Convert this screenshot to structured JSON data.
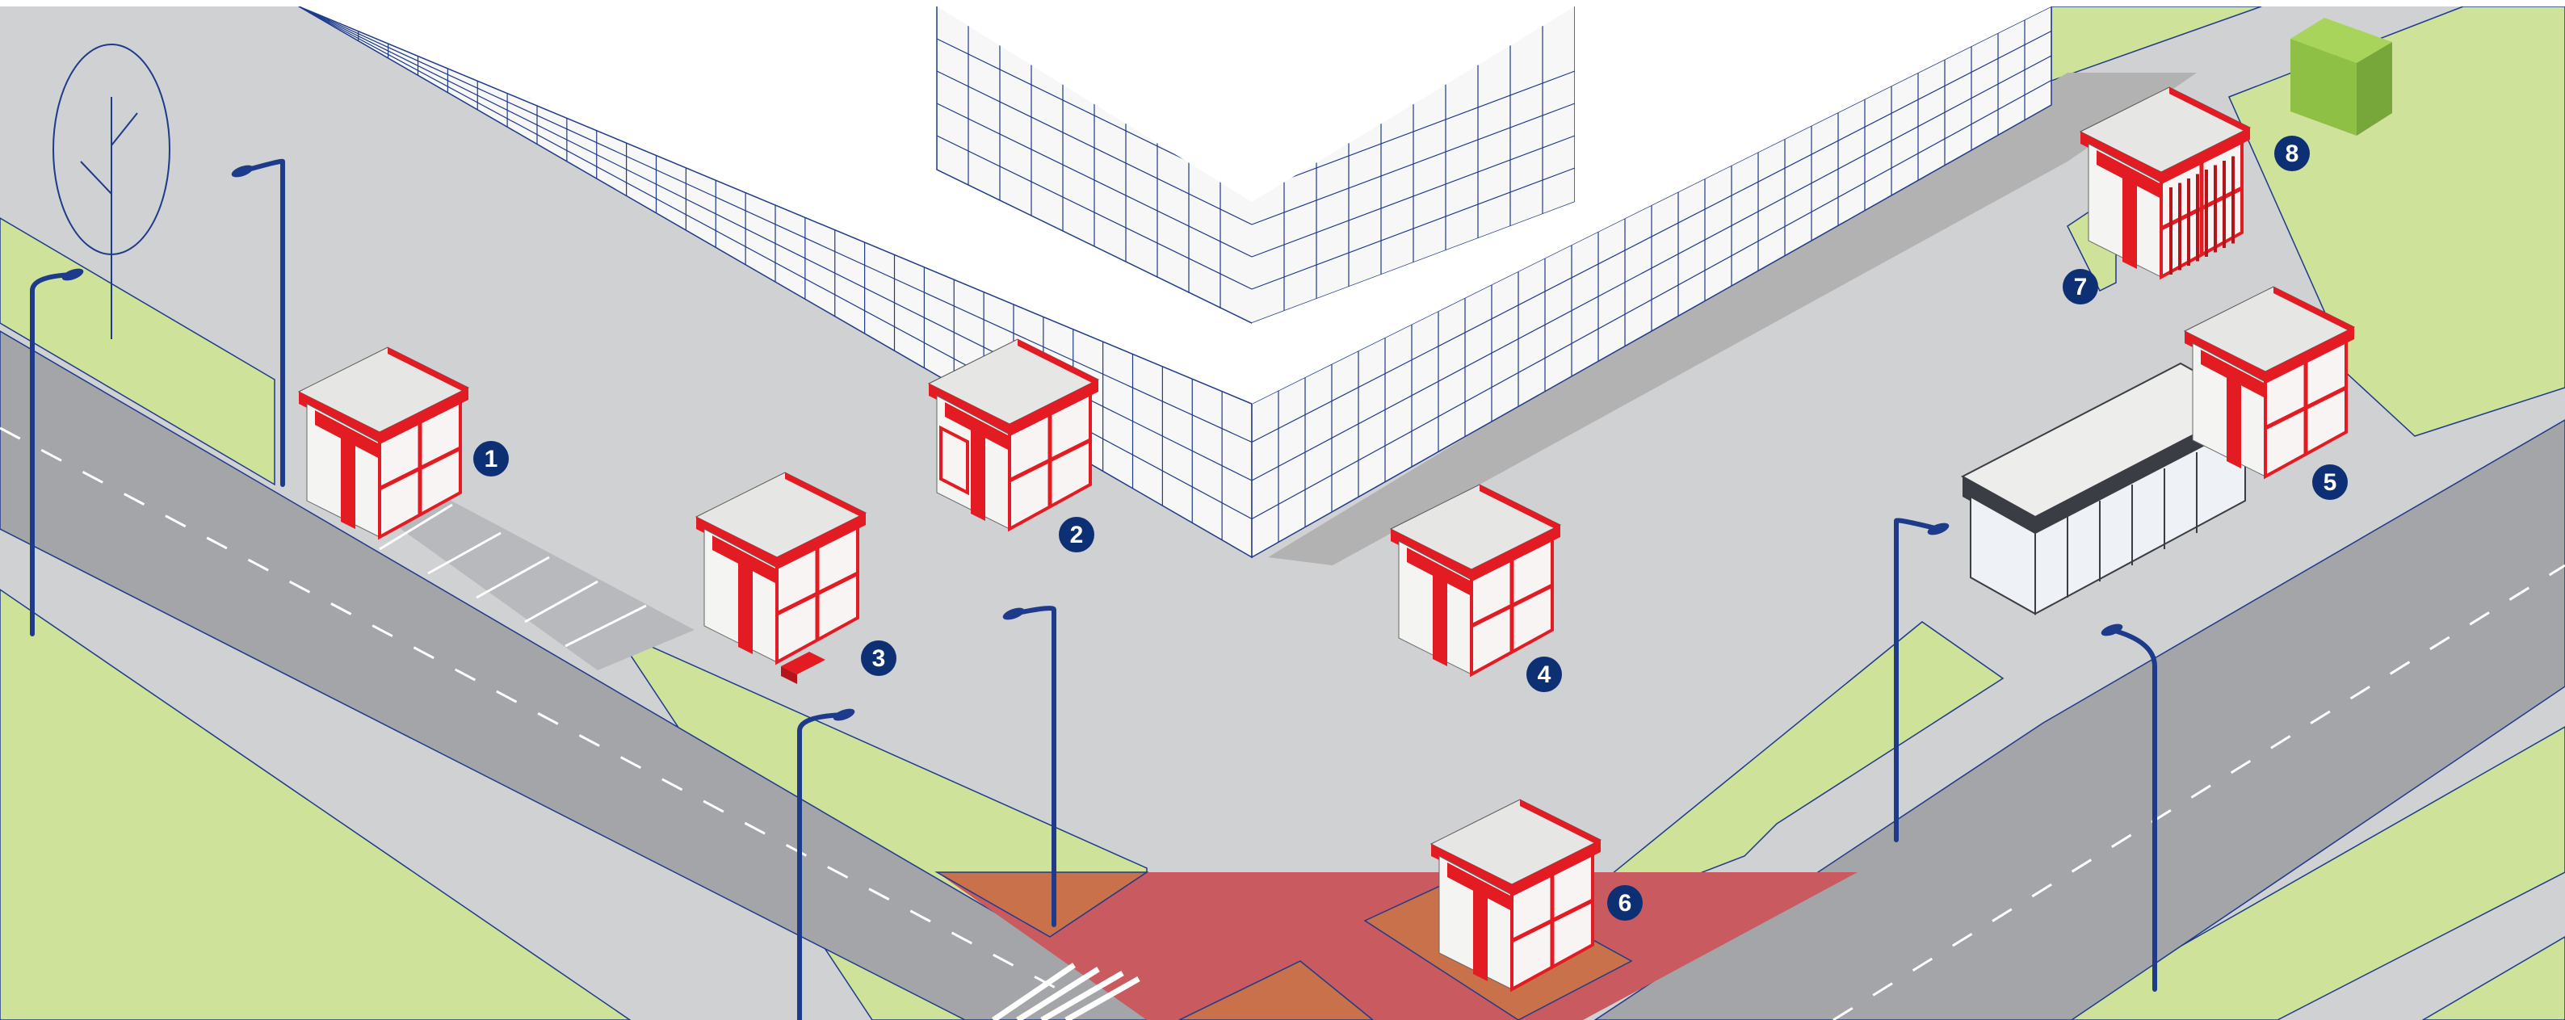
{
  "colors": {
    "pavement": "#d0d1d3",
    "road": "#a4a5a8",
    "lawn": "#cfe29a",
    "outline": "#1e3a8a",
    "kiosk_accent": "#e31b23",
    "kiosk_roof": "#e6e6e4",
    "kiosk_wall": "#f4f4f2",
    "shelter_frame": "#3b3d44",
    "marker_bg": "#0d2f73",
    "crossing_zone": "#c85a60",
    "crossing_zone_inner": "#c8714a",
    "cube_front": "#8fc046",
    "cube_top": "#a9d45b",
    "building_shadow": "#b2b2b3"
  },
  "icons": {
    "tree": "tree-outline-icon",
    "lamp": "street-lamp-icon",
    "cube": "cube-icon"
  },
  "markers": [
    {
      "id": "1",
      "label": "1"
    },
    {
      "id": "2",
      "label": "2"
    },
    {
      "id": "3",
      "label": "3"
    },
    {
      "id": "4",
      "label": "4"
    },
    {
      "id": "5",
      "label": "5"
    },
    {
      "id": "6",
      "label": "6"
    },
    {
      "id": "7",
      "label": "7"
    },
    {
      "id": "8",
      "label": "8"
    }
  ]
}
